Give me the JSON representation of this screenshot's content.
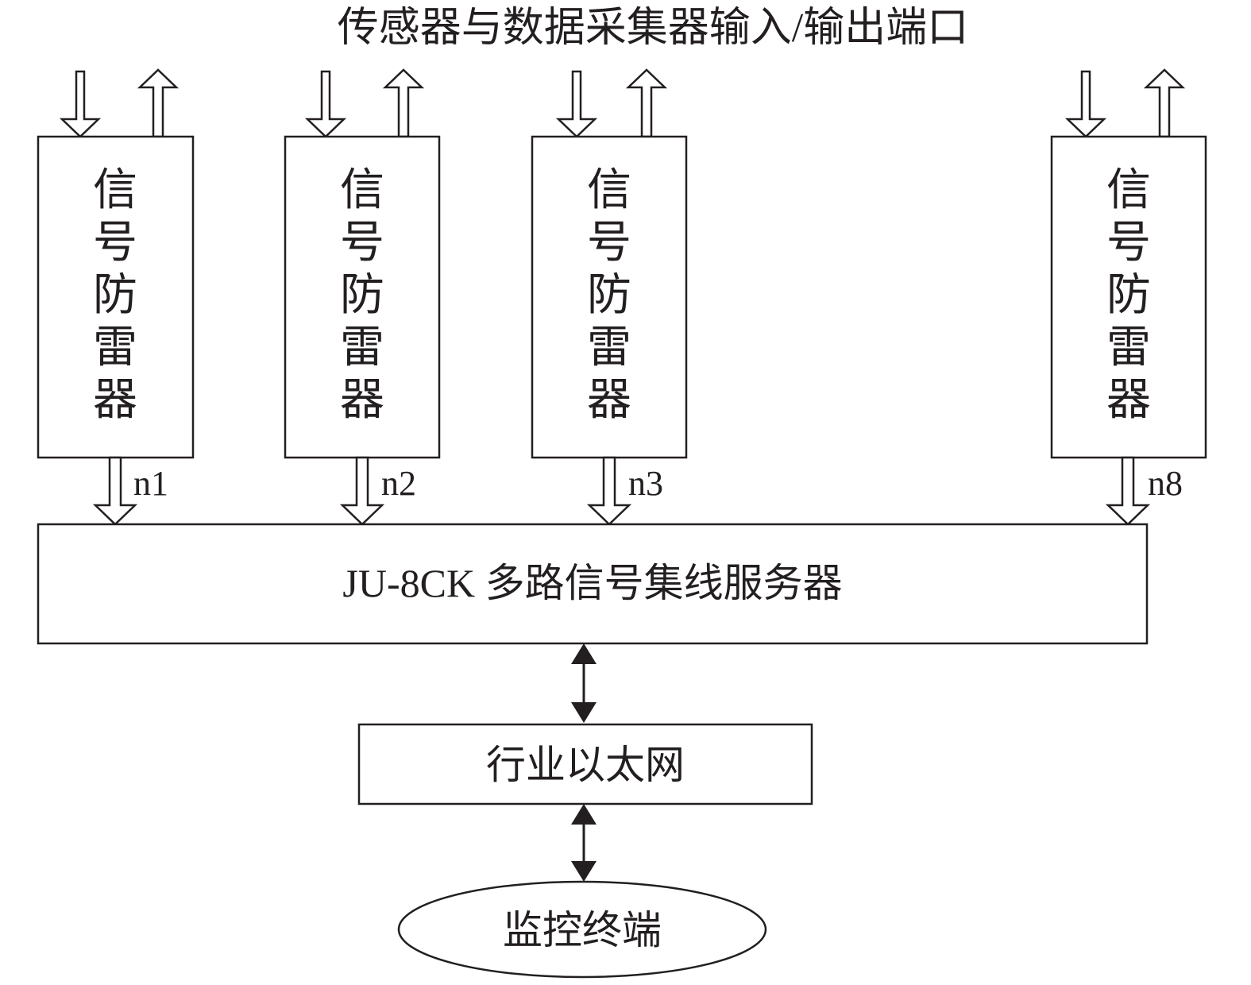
{
  "title": "传感器与数据采集器输入/输出端口",
  "arrester_label": [
    "信",
    "号",
    "防",
    "雷",
    "器"
  ],
  "arresters": [
    {
      "port": "n1"
    },
    {
      "port": "n2"
    },
    {
      "port": "n3"
    },
    {
      "port": "n8"
    }
  ],
  "server_label": "JU-8CK 多路信号集线服务器",
  "network_label": "行业以太网",
  "terminal_label": "监控终端",
  "colors": {
    "stroke": "#231f20",
    "fill": "#ffffff"
  }
}
